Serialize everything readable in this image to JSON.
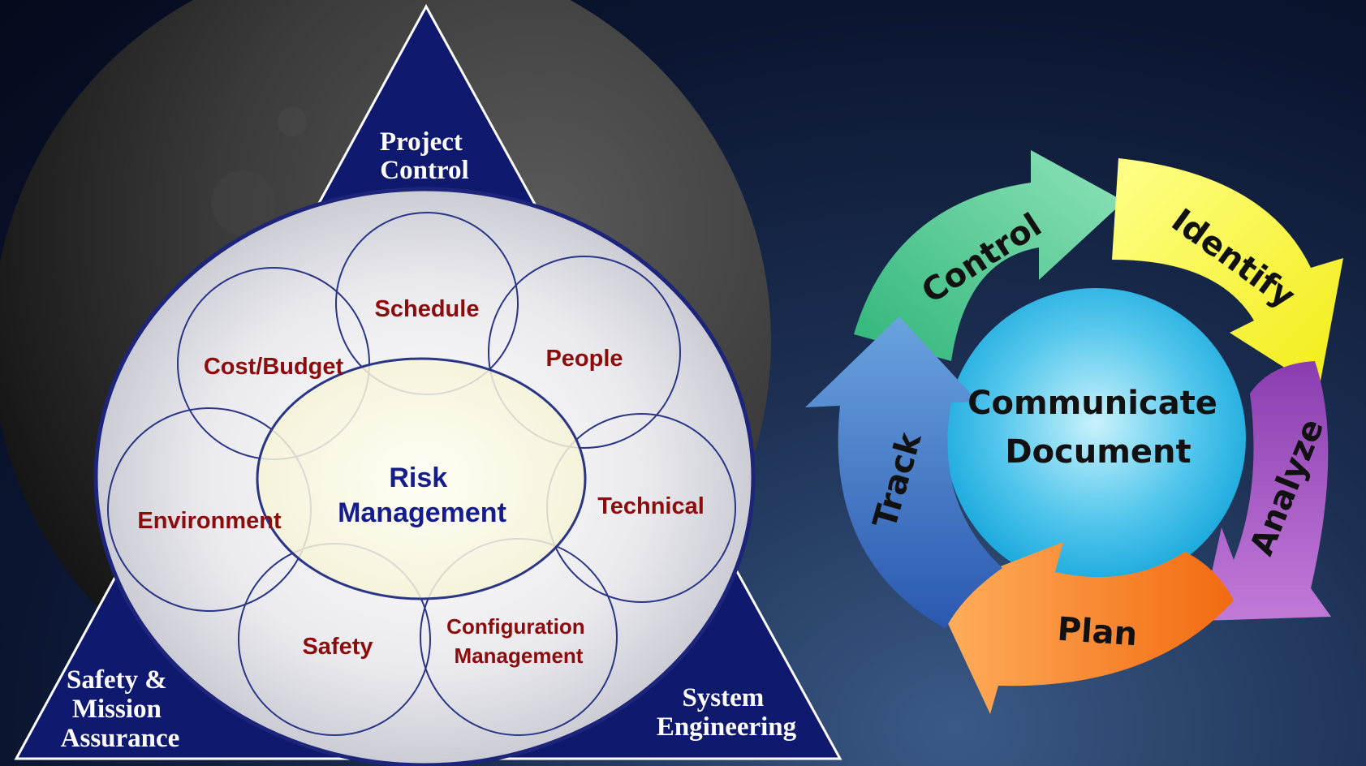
{
  "triangle": {
    "top_label": [
      "Project",
      "Control"
    ],
    "left_label": [
      "Safety &",
      "Mission",
      "Assurance"
    ],
    "right_label": [
      "System",
      "Engineering"
    ]
  },
  "center": {
    "lines": [
      "Risk",
      "Management"
    ]
  },
  "domains": {
    "schedule": [
      "Schedule"
    ],
    "cost_budget": [
      "Cost/Budget"
    ],
    "people": [
      "People"
    ],
    "environment": [
      "Environment"
    ],
    "technical": [
      "Technical"
    ],
    "safety": [
      "Safety"
    ],
    "configuration_management": [
      "Configuration",
      "Management"
    ]
  },
  "cycle": {
    "steps": [
      "Control",
      "Identify",
      "Analyze",
      "Plan",
      "Track"
    ],
    "center_lines": [
      "Communicate",
      "Document"
    ]
  },
  "colors": {
    "triangle": "#0f1a6e",
    "circle_stroke": "#2a3585",
    "domain_text": "#8b0c0c",
    "center_text": "#151d8c",
    "control": "#4ecb8e",
    "identify": "#f5f23a",
    "analyze": "#a44fc0",
    "plan": "#f7861d",
    "track": "#3d7ac4"
  }
}
